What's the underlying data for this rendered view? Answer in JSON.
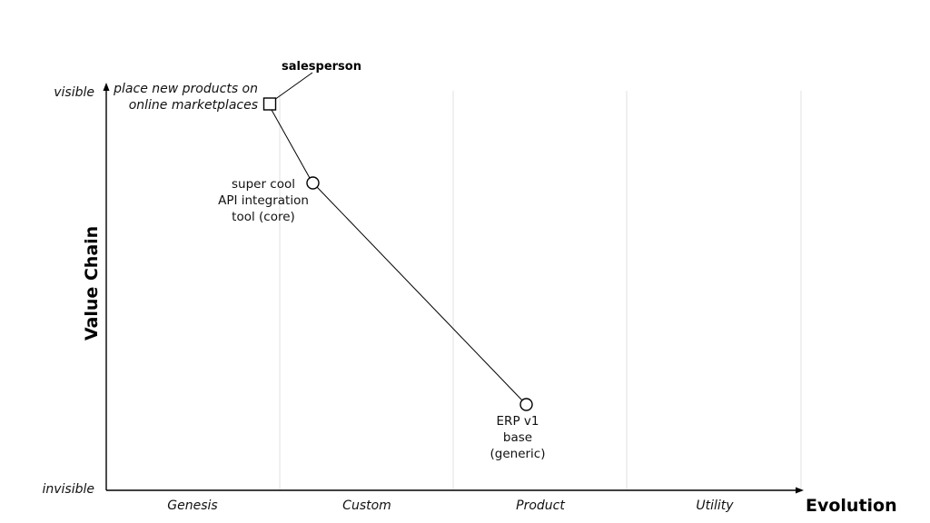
{
  "axes": {
    "y_label": "Value Chain",
    "y_top": "visible",
    "y_bottom": "invisible",
    "x_label": "Evolution",
    "stages": [
      "Genesis",
      "Custom",
      "Product",
      "Utility"
    ]
  },
  "anchor": {
    "name": "salesperson"
  },
  "components": {
    "place_products": {
      "lines": [
        "place new products on",
        "online marketplaces"
      ],
      "shape": "square"
    },
    "api_tool": {
      "lines": [
        "super cool",
        "API integration",
        "tool (core)"
      ],
      "shape": "circle"
    },
    "erp": {
      "lines": [
        "ERP v1",
        "base",
        "(generic)"
      ],
      "shape": "circle"
    }
  },
  "colors": {
    "ink": "#000000",
    "grid": "#e2e2e2"
  }
}
